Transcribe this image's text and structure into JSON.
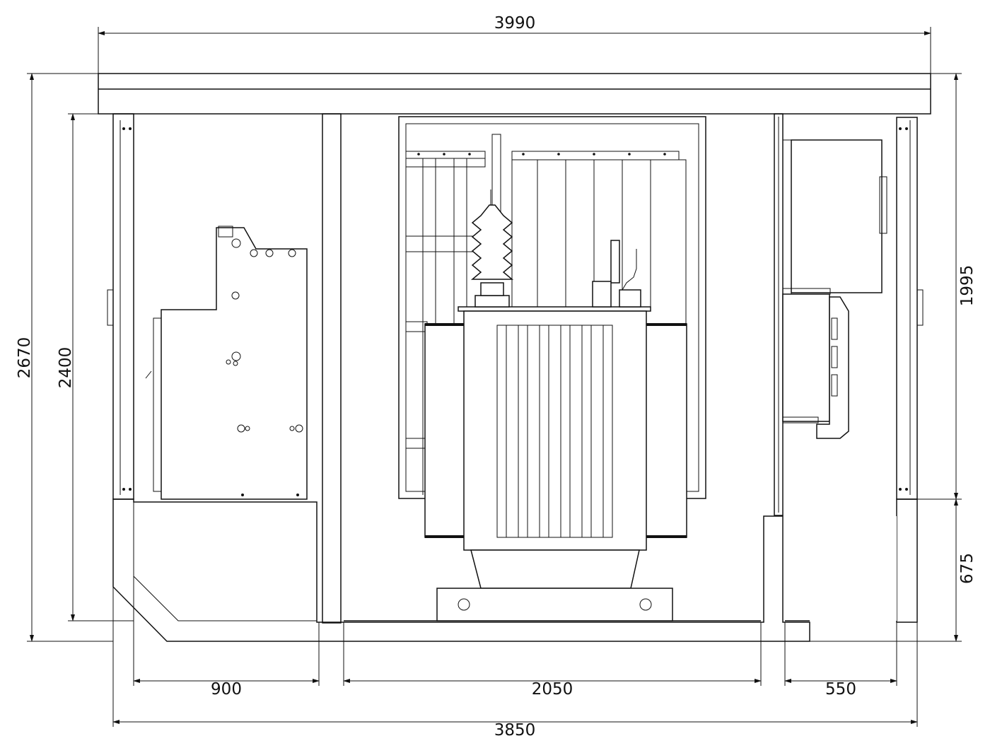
{
  "dimensions": {
    "overall_top_width": "3990",
    "overall_height": "2670",
    "inner_height": "2400",
    "upper_right_height": "1995",
    "lower_right_height": "675",
    "left_room_width": "900",
    "transformer_room_width": "2050",
    "right_room_width": "550",
    "overall_bottom_width": "3850"
  }
}
